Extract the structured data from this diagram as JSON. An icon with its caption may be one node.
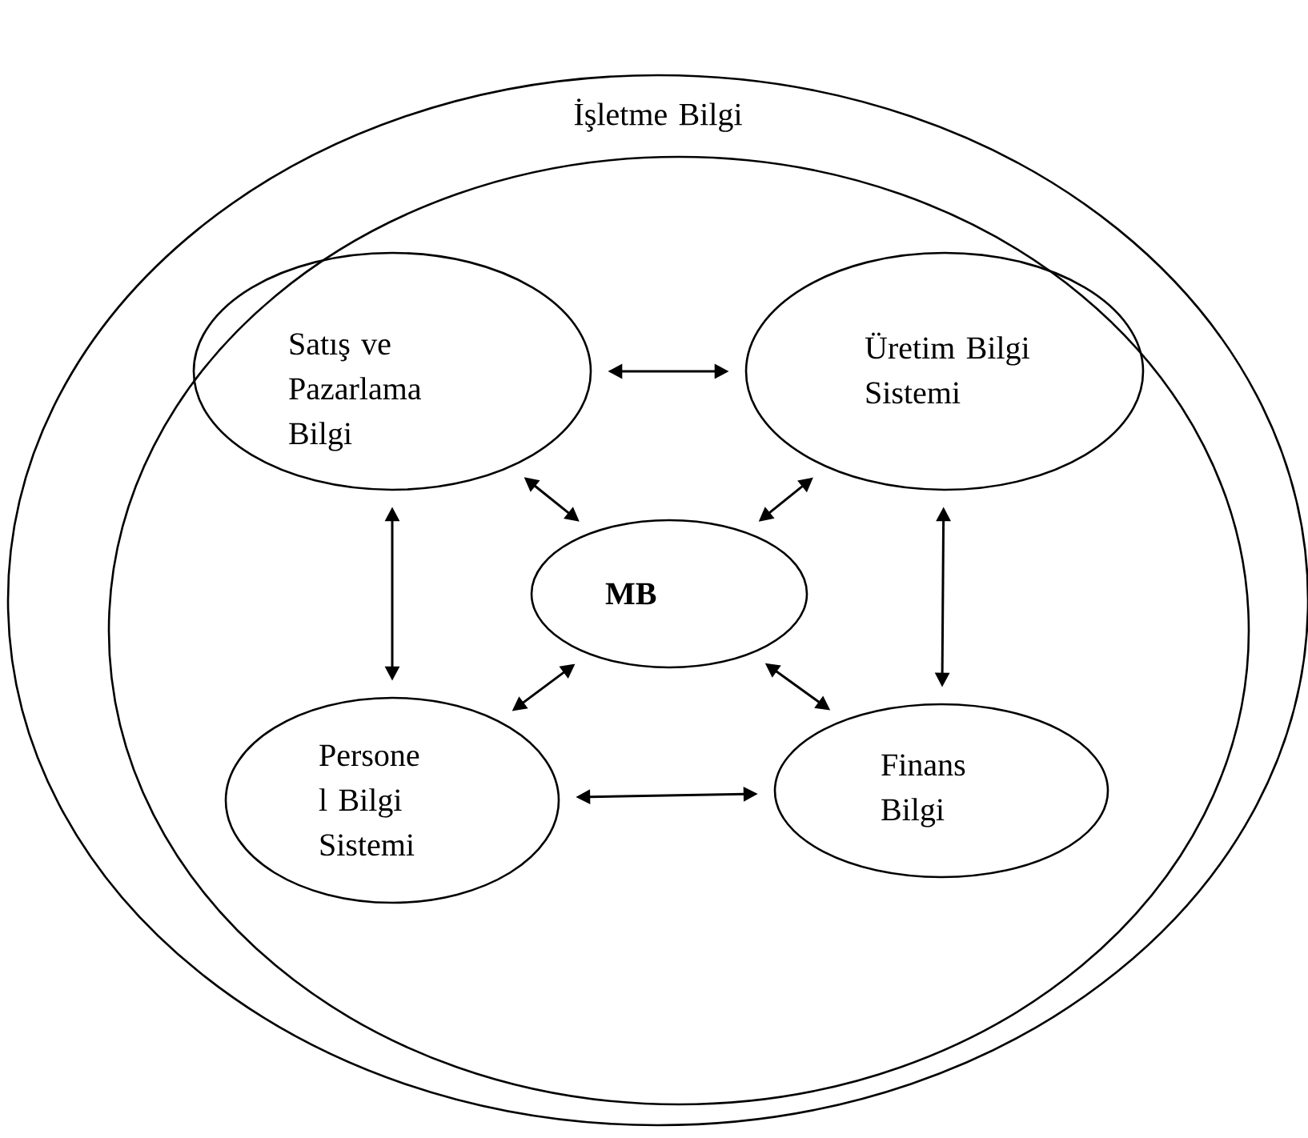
{
  "diagram": {
    "nodes": [
      {
        "text": [
          "İşletme Bilgi"
        ]
      },
      {
        "text": [],
        "shape": "circle",
        "in": 0
      },
      {
        "text": [
          "Satış ve Pazarlama Bilgi"
        ],
        "in": 1
      },
      {
        "text": [
          "Üretim Bilgi Sistemi"
        ],
        "in": 1
      },
      {
        "text": [
          "MB"
        ],
        "in": 1
      },
      {
        "text": [
          "Persone l Bilgi Sistemi"
        ],
        "in": 1
      },
      {
        "text": [
          "Finans Bilgi"
        ],
        "in": 1
      }
    ],
    "edges": [
      {
        "from": 2,
        "to": 3,
        "arrow": "both"
      },
      {
        "from": 2,
        "to": 4,
        "arrow": "both"
      },
      {
        "from": 3,
        "to": 4,
        "arrow": "both"
      },
      {
        "from": 2,
        "to": 5,
        "arrow": "both"
      },
      {
        "from": 3,
        "to": 6,
        "arrow": "both"
      },
      {
        "from": 4,
        "to": 5,
        "arrow": "both"
      },
      {
        "from": 4,
        "to": 6,
        "arrow": "both"
      },
      {
        "from": 5,
        "to": 6,
        "arrow": "both"
      }
    ]
  }
}
